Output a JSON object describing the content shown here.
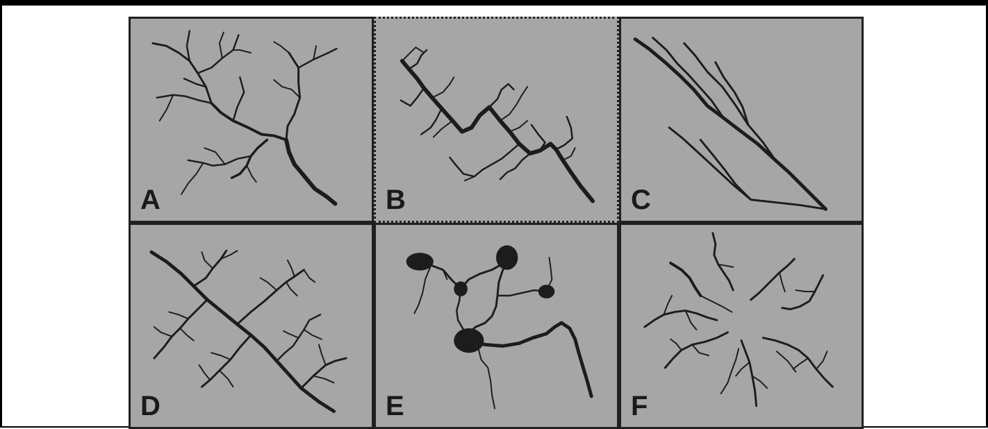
{
  "panels": [
    {
      "label": "A",
      "pattern": "dendritic"
    },
    {
      "label": "B",
      "pattern": "trellis"
    },
    {
      "label": "C",
      "pattern": "parallel"
    },
    {
      "label": "D",
      "pattern": "rectangular"
    },
    {
      "label": "E",
      "pattern": "deranged"
    },
    {
      "label": "F",
      "pattern": "radial"
    }
  ],
  "colors": {
    "panel_fill": "#a6a6a6",
    "stream": "#1c1c1c",
    "border": "#202020"
  }
}
